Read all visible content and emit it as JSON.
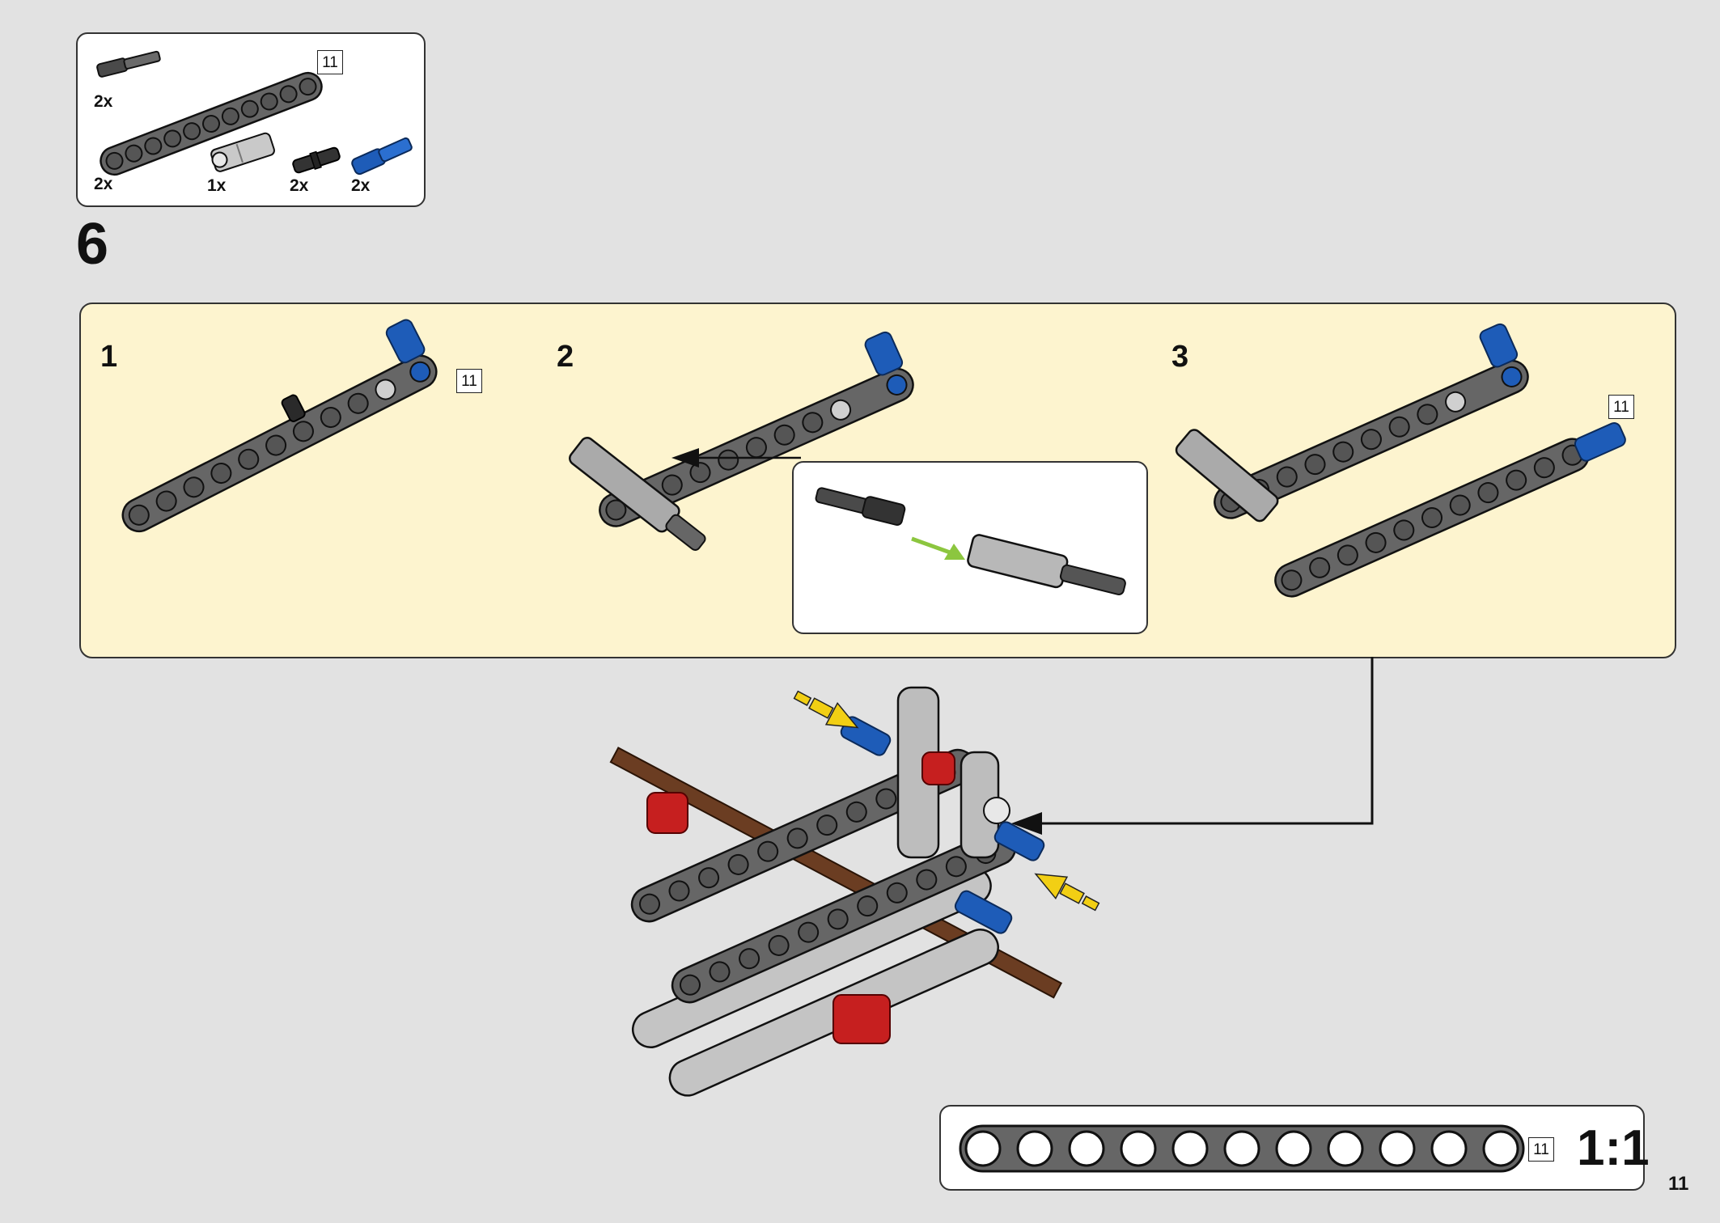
{
  "parts_list": {
    "items": [
      {
        "name": "black-long-axle-pin",
        "qty": "2x"
      },
      {
        "name": "dark-gray-11-beam",
        "qty": "2x",
        "length": "11"
      },
      {
        "name": "light-gray-connector",
        "qty": "1x"
      },
      {
        "name": "black-friction-pin",
        "qty": "2x"
      },
      {
        "name": "blue-axle-pin",
        "qty": "2x"
      }
    ]
  },
  "step": {
    "number": "6",
    "substeps": [
      {
        "number": "1",
        "length_badge": "11"
      },
      {
        "number": "2"
      },
      {
        "number": "3",
        "length_badge": "11"
      }
    ]
  },
  "scale": {
    "length_badge": "11",
    "ratio": "1:1",
    "holes": 11
  },
  "page_number": "11",
  "colors": {
    "beam_dark": "#666666",
    "beam_light": "#b8b8b8",
    "pin_blue": "#1e5cb8",
    "pin_black": "#2a2a2a",
    "arrow_yellow": "#f2cf14",
    "axle_brown": "#6b3d22",
    "connector_red": "#c61f1f",
    "substep_bg": "#fdf4cf"
  }
}
